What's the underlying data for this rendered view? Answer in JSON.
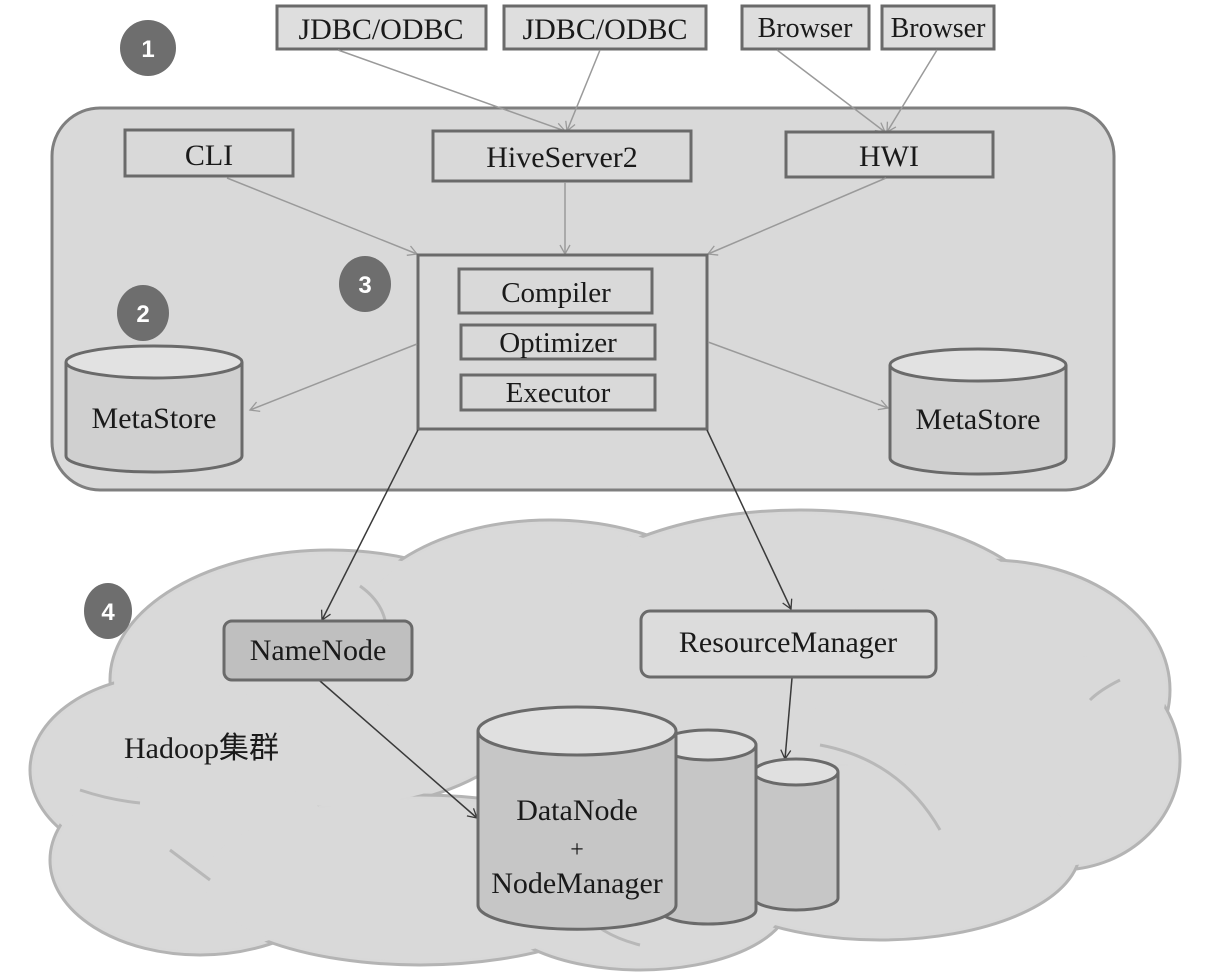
{
  "badges": [
    "1",
    "2",
    "3",
    "4"
  ],
  "clients": {
    "jdbc_1": "JDBC/ODBC",
    "jdbc_2": "JDBC/ODBC",
    "browser_1": "Browser",
    "browser_2": "Browser"
  },
  "hive": {
    "cli": "CLI",
    "hiveserver2": "HiveServer2",
    "hwi": "HWI",
    "driver": {
      "compiler": "Compiler",
      "optimizer": "Optimizer",
      "executor": "Executor"
    },
    "metastore_left": "MetaStore",
    "metastore_right": "MetaStore"
  },
  "hadoop": {
    "cluster_label": "Hadoop集群",
    "namenode": "NameNode",
    "resourcemanager": "ResourceManager",
    "datanode_line1": "DataNode",
    "datanode_plus": "+",
    "datanode_line2": "NodeManager"
  },
  "colors": {
    "panel_fill": "#d9d9d9",
    "panel_stroke": "#7f7f7f",
    "badge_fill": "#6e6e6e",
    "namenode_fill": "#bfbfbf",
    "cylinder_body": "#c6c6c6",
    "cylinder_top": "#e2e2e2"
  }
}
